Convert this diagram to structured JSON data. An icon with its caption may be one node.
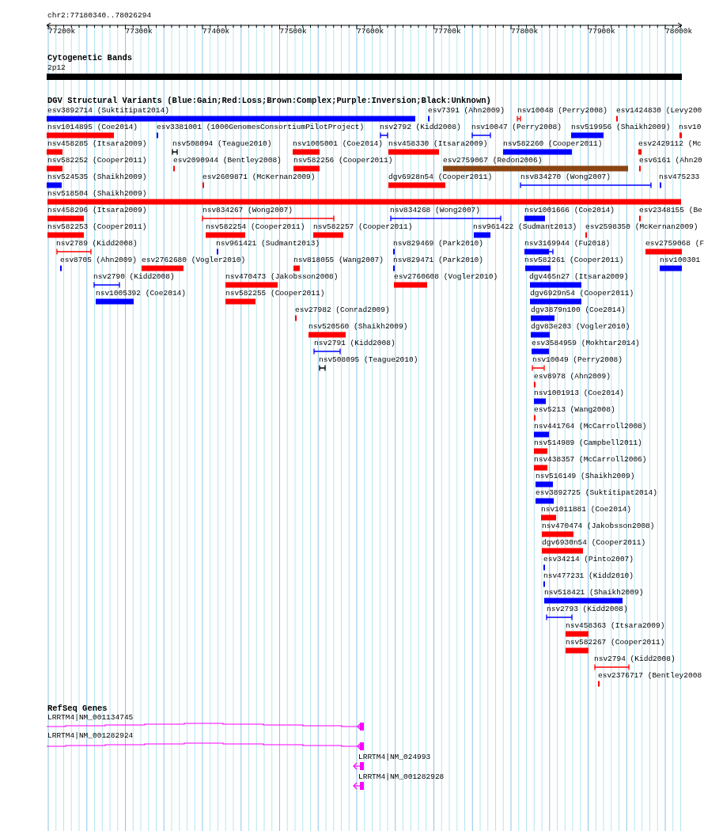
{
  "diagram": {
    "labels": [
      "chr2:77180340..78026294",
      "77200k",
      "77300k",
      "77400k",
      "77500k",
      "77600k",
      "77700k",
      "77800k",
      "77900k",
      "78000k",
      "Cytogenetic Bands",
      "2p12",
      "DGV Structural Variants (Blue:Gain;Red:Loss;Brown:Complex;Purple:Inversion;Black:Unknown)",
      "esv3892714 (Suktitipat2014)",
      "esv7391 (Ahn2009)",
      "nsv10048 (Perry2008)",
      "esv1424830 (Levy200",
      "nsv1014895 (Coe2014)",
      "esv3381001 (1000GenomesConsortiumPilotProject)",
      "nsv2792 (Kidd2008)",
      "nsv10047 (Perry2008)",
      "nsv519956 (Shaikh2009)",
      "nsv10",
      "nsv458285 (Itsara2009)",
      "nsv508094 (Teague2010)",
      "nsv1005001 (Coe2014)",
      "nsv458330 (Itsara2009)",
      "nsv582260 (Cooper2011)",
      "esv2429112 (Mc",
      "nsv582252 (Cooper2011)",
      "esv2090944 (Bentley2008)",
      "nsv582256 (Cooper2011)",
      "esv2759067 (Redon2006)",
      "esv6161 (Ahn20",
      "nsv524535 (Shaikh2009)",
      "esv2609871 (McKernan2009)",
      "dgv6928n54 (Cooper2011)",
      "nsv834270 (Wong2007)",
      "nsv475233",
      "nsv518504 (Shaikh2009)",
      "nsv458296 (Itsara2009)",
      "nsv834267 (Wong2007)",
      "nsv834268 (Wong2007)",
      "nsv1001666 (Coe2014)",
      "esv2348155 (Be",
      "nsv582253 (Cooper2011)",
      "nsv582254 (Cooper2011)",
      "nsv582257 (Cooper2011)",
      "nsv961422 (Sudmant2013)",
      "esv2598350 (McKernan2009)",
      "nsv2789 (Kidd2008)",
      "nsv961421 (Sudmant2013)",
      "nsv829469 (Park2010)",
      "nsv3169944 (Fu2018)",
      "esv2759068 (F",
      "esv8705 (Ahn2009)",
      "esv2762680 (Vogler2010)",
      "nsv818055 (Wang2007)",
      "nsv829471 (Park2010)",
      "nsv582261 (Cooper2011)",
      "nsv100301",
      "nsv2790 (Kidd2008)",
      "nsv470473 (Jakobsson2008)",
      "esv2760608 (Vogler2010)",
      "dgv465n27 (Itsara2009)",
      "nsv1005392 (Coe2014)",
      "nsv582255 (Cooper2011)",
      "dgv6929n54 (Cooper2011)",
      "esv27982 (Conrad2009)",
      "dgv3879n100 (Coe2014)",
      "nsv520560 (Shaikh2009)",
      "dgv83e203 (Vogler2010)",
      "nsv2791 (Kidd2008)",
      "esv3584959 (Mokhtar2014)",
      "nsv508095 (Teague2010)",
      "nsv10049 (Perry2008)",
      "esv8978 (Ahn2009)",
      "nsv1001913 (Coe2014)",
      "esv5213 (Wang2008)",
      "nsv441764 (McCarroll2008)",
      "nsv514989 (Campbell2011)",
      "nsv438357 (McCarroll2006)",
      "nsv516149 (Shaikh2009)",
      "esv3892725 (Suktitipat2014)",
      "nsv1011881 (Coe2014)",
      "nsv470474 (Jakobsson2008)",
      "dgv6930n54 (Cooper2011)",
      "esv34214 (Pinto2007)",
      "nsv477231 (Kidd2010)",
      "nsv518421 (Shaikh2009)",
      "nsv2793 (Kidd2008)",
      "nsv458363 (Itsara2009)",
      "nsv582267 (Cooper2011)",
      "nsv2794 (Kidd2008)",
      "esv2376717 (Bentley2008",
      "RefSeq Genes",
      "LRRTM4|NM_001134745",
      "LRRTM4|NM_001282924",
      "LRRTM4|NM_024993",
      "LRRTM4|NM_001282928"
    ]
  }
}
